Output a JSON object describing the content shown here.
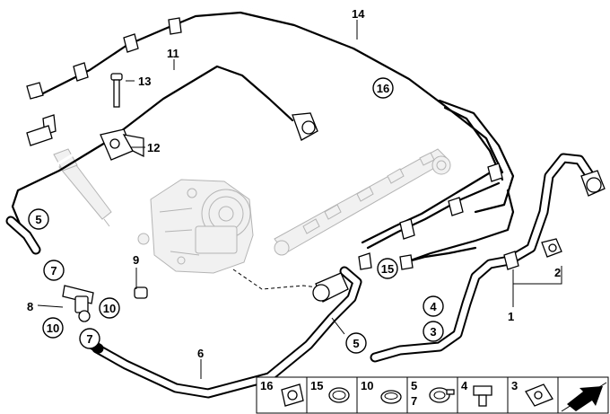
{
  "diagram": {
    "callouts": [
      {
        "id": "c14",
        "label": "14"
      },
      {
        "id": "c11",
        "label": "11"
      },
      {
        "id": "c13",
        "label": "13"
      },
      {
        "id": "c12",
        "label": "12"
      },
      {
        "id": "c16",
        "label": "16",
        "circled": true
      },
      {
        "id": "c5a",
        "label": "5",
        "circled": true
      },
      {
        "id": "c7a",
        "label": "7",
        "circled": true
      },
      {
        "id": "c8",
        "label": "8"
      },
      {
        "id": "c10a",
        "label": "10",
        "circled": true
      },
      {
        "id": "c10b",
        "label": "10",
        "circled": true
      },
      {
        "id": "c7b",
        "label": "7",
        "circled": true
      },
      {
        "id": "c9",
        "label": "9"
      },
      {
        "id": "c6",
        "label": "6"
      },
      {
        "id": "c15",
        "label": "15",
        "circled": true
      },
      {
        "id": "c5b",
        "label": "5",
        "circled": true
      },
      {
        "id": "c4",
        "label": "4",
        "circled": true
      },
      {
        "id": "c3",
        "label": "3",
        "circled": true
      },
      {
        "id": "c2",
        "label": "2"
      },
      {
        "id": "c1",
        "label": "1"
      }
    ],
    "legend": [
      {
        "label": "16"
      },
      {
        "label": "15"
      },
      {
        "label": "10"
      },
      {
        "label": "5",
        "label2": "7"
      },
      {
        "label": "4"
      },
      {
        "label": "3"
      }
    ]
  }
}
